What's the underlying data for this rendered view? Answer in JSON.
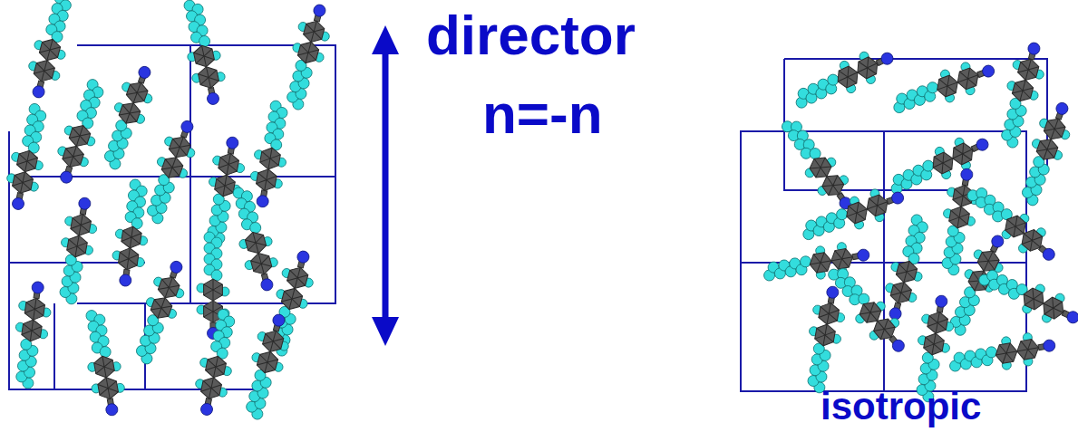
{
  "diagram": {
    "labels": [
      "director",
      "n=-n",
      "isotropic"
    ]
  }
}
